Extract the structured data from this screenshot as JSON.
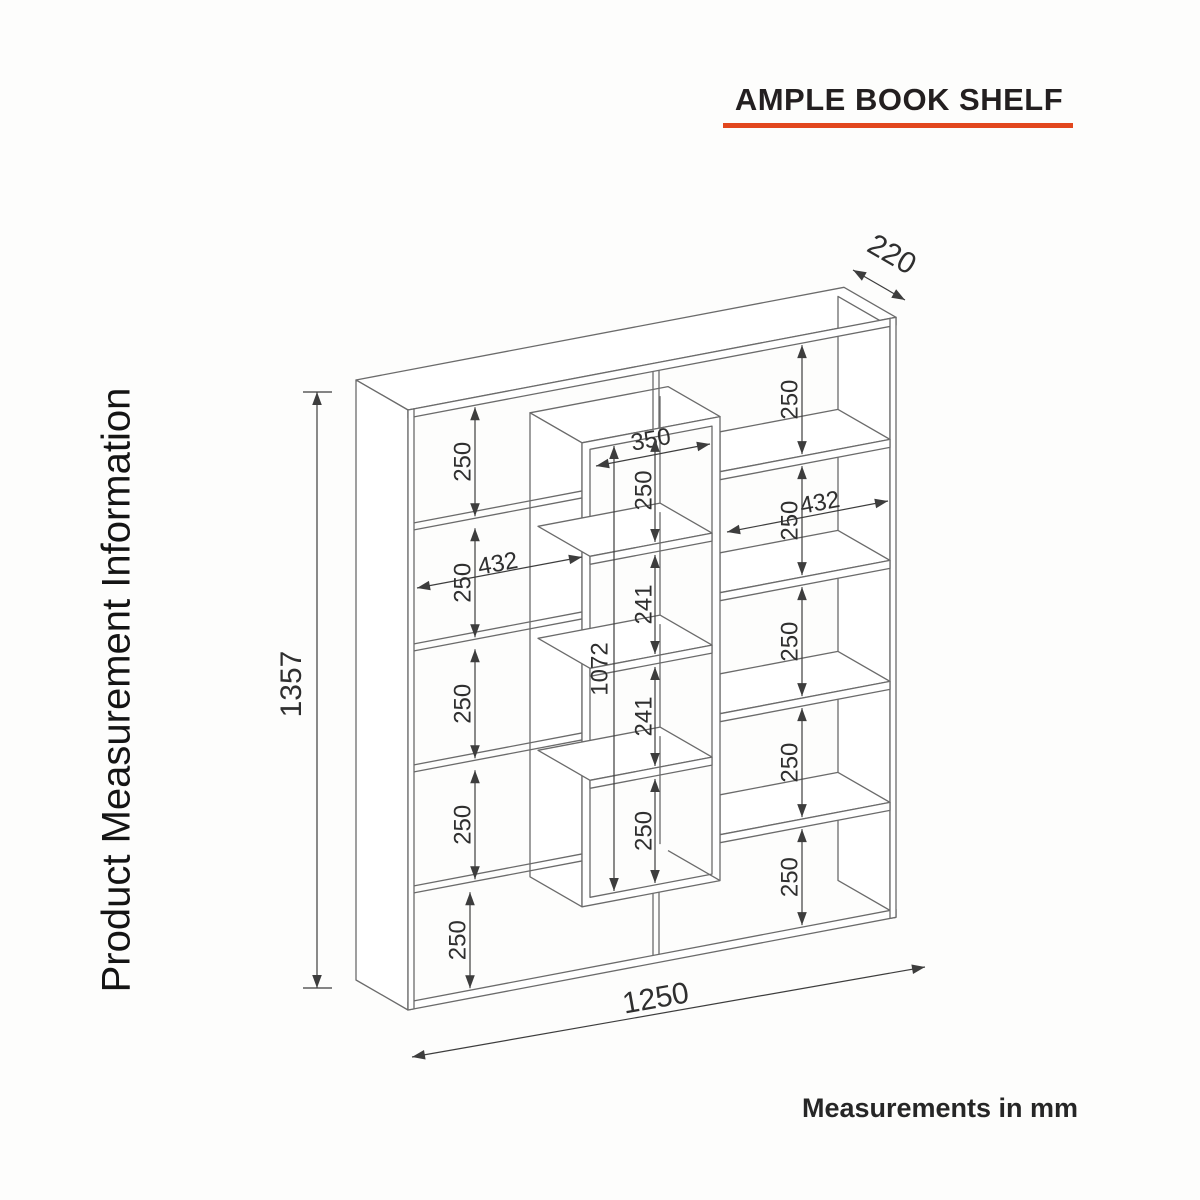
{
  "header": {
    "title": "AMPLE BOOK SHELF",
    "accent_color": "#E2471E"
  },
  "side_label": "Product Measurement Information",
  "footer_note": "Measurements in mm",
  "drawing": {
    "units": "mm",
    "overall": {
      "width": "1250",
      "height": "1357",
      "depth": "220"
    },
    "left_column": {
      "shelf_width": "432",
      "compartment_heights": [
        "250",
        "250",
        "250",
        "250",
        "250"
      ]
    },
    "middle_column": {
      "opening_width": "350",
      "opening_height": "1072",
      "compartment_heights": [
        "250",
        "241",
        "241",
        "250"
      ]
    },
    "right_column": {
      "shelf_width": "432",
      "compartment_heights": [
        "250",
        "250",
        "250",
        "250",
        "250"
      ]
    }
  }
}
